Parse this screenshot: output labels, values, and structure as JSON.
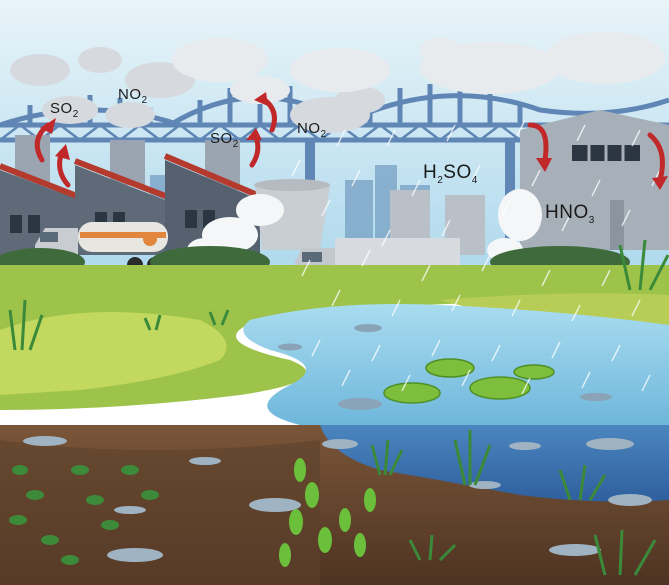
{
  "labels": {
    "so2_left": {
      "main": "SO",
      "sub": "2"
    },
    "no2_left": {
      "main": "NO",
      "sub": "2"
    },
    "so2_mid": {
      "main": "SO",
      "sub": "2"
    },
    "no2_mid": {
      "main": "NO",
      "sub": "2"
    },
    "h2so4": {
      "a": "H",
      "b": "2",
      "c": "SO",
      "d": "4"
    },
    "hno3": {
      "main": "HNO",
      "sub": "3"
    }
  },
  "colors": {
    "sky": "#bfe3f2",
    "bridge": "#5f86b5",
    "factory_wall": "#5f6a78",
    "factory_roof": "#b33a2c",
    "grass": "#8fbd45",
    "water": "#8fd0ea",
    "soil": "#6b4a32",
    "arrow": "#c0282a",
    "rain": "#ffffff"
  },
  "icons": [
    "cloud-icon",
    "arrow-icon",
    "fish-icon",
    "lily-pad-icon",
    "truck-icon",
    "tanker-icon"
  ]
}
